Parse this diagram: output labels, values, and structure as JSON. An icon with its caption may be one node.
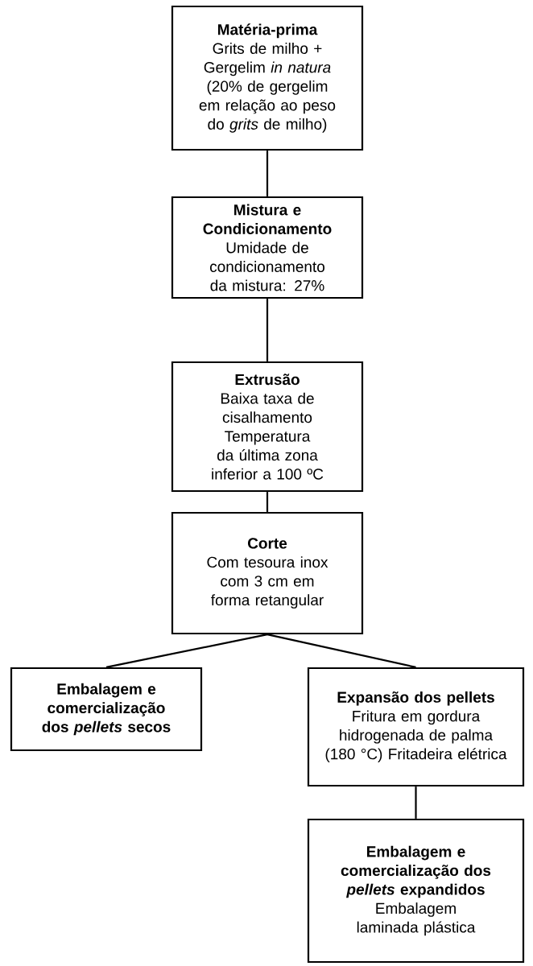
{
  "diagram": {
    "nodes": [
      {
        "text": [
          "Matéria-prima",
          "Grits de milho + Gergelim *in natura* (20% de gergelim em relação ao peso do *grits* de milho)"
        ]
      },
      {
        "text": [
          "Mistura e Condicionamento",
          "Umidade de condicionamento da mistura: 27%"
        ]
      },
      {
        "text": [
          "Extrusão",
          "Baixa taxa de cisalhamento Temperatura da última zona inferior a 100 ºC"
        ]
      },
      {
        "text": [
          "Corte",
          "Com tesoura inox com 3 cm em forma retangular"
        ]
      },
      {
        "text": [
          "Embalagem e comercialização dos *pellets* secos"
        ]
      },
      {
        "text": [
          "Expansão dos pellets",
          "Fritura em gordura hidrogenada de palma (180 °C) Fritadeira elétrica"
        ]
      },
      {
        "text": [
          "Embalagem e comercialização dos *pellets* expandidos",
          "Embalagem laminada plástica"
        ]
      }
    ],
    "edges": [
      {
        "from": 0,
        "to": 1,
        "arrow": "none"
      },
      {
        "from": 1,
        "to": 2,
        "arrow": "none"
      },
      {
        "from": 2,
        "to": 3,
        "arrow": "none"
      },
      {
        "from": 3,
        "to": 4,
        "arrow": "none"
      },
      {
        "from": 3,
        "to": 5,
        "arrow": "none"
      },
      {
        "from": 5,
        "to": 6,
        "arrow": "none"
      }
    ]
  }
}
